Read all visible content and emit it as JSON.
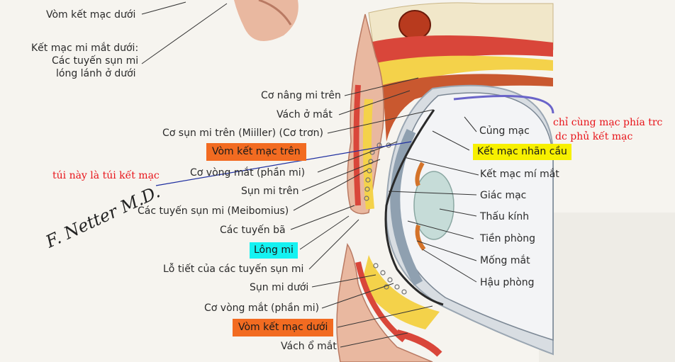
{
  "labels_left": {
    "vom_ket_mac_duoi_top": "Vòm kết mạc dưới",
    "ket_mac_mi_mat_duoi_1": "Kết mạc mi mắt dưới:",
    "ket_mac_mi_mat_duoi_2": "Các tuyến sụn mi",
    "ket_mac_mi_mat_duoi_3": "lóng lánh ở dưới",
    "co_nang_mi_tren": "Cơ nâng mi trên",
    "vach_o_mat_top": "Vách ở mắt",
    "co_sun_mi_tren": "Cơ sụn mi trên (Miiller) (Cơ trơn)",
    "vom_ket_mac_tren": "Vòm kết mạc trên",
    "co_vong_mat_top": "Cơ vòng mắt (phần mi)",
    "sun_mi_tren": "Sụn mi trên",
    "tuyen_meibomius": "Các tuyến sụn mi (Meibomius)",
    "tuyen_ba": "Các tuyến bã",
    "long_mi": "Lông mi",
    "lo_tiet": "Lỗ tiết của các tuyến sụn mi",
    "sun_mi_duoi": "Sụn mi dưới",
    "co_vong_mat_bottom": "Cơ vòng mắt (phần mi)",
    "vom_ket_mac_duoi_bottom": "Vòm kết mạc dưới",
    "vach_o_mat_bottom": "Vách ổ mắt"
  },
  "labels_right": {
    "cung_mac": "Củng mạc",
    "ket_mac_nhan_cau": "Kết mạc nhãn cầu",
    "ket_mac_mi_mat": "Kết mạc mí mắt",
    "giac_mac": "Giác mạc",
    "thau_kinh": "Thấu kính",
    "tien_phong": "Tiền phòng",
    "mong_mat": "Mống mắt",
    "hau_phong": "Hậu phòng"
  },
  "annotations": {
    "note_right_1": "chỉ cùng mạc phía trc",
    "note_right_2": "dc phủ kết mạc",
    "note_left": "túi này là túi kết mạc"
  },
  "signature": "F. Netter M.D.",
  "colors": {
    "highlight_orange": "#f26b21",
    "highlight_yellow": "#f7f000",
    "highlight_cyan": "#15f2f2",
    "note_red": "#e8141a",
    "pointer_blue": "#1f2fa0"
  }
}
